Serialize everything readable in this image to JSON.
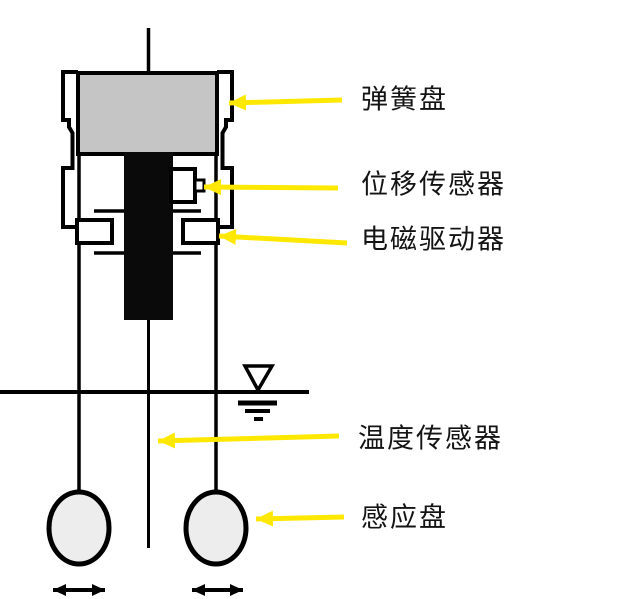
{
  "diagram": {
    "type": "annotated-schematic",
    "description_labels": {
      "spring_plate": "弹簧盘",
      "displacement_sensor": "位移传感器",
      "electromagnetic_driver": "电磁驱动器",
      "temperature_sensor": "温度传感器",
      "sensing_disc": "感应盘"
    },
    "colors": {
      "annotation_arrow": "#ffe800",
      "spring_plate_fill": "#c5c5c5",
      "sensing_disc_fill": "#ededed",
      "rod_fill": "#0a0a0a",
      "outline": "#000000",
      "background": "#ffffff"
    },
    "icons": {
      "liquid_level": "liquid-level-symbol",
      "vibration_direction": "double-headed-arrow"
    }
  }
}
